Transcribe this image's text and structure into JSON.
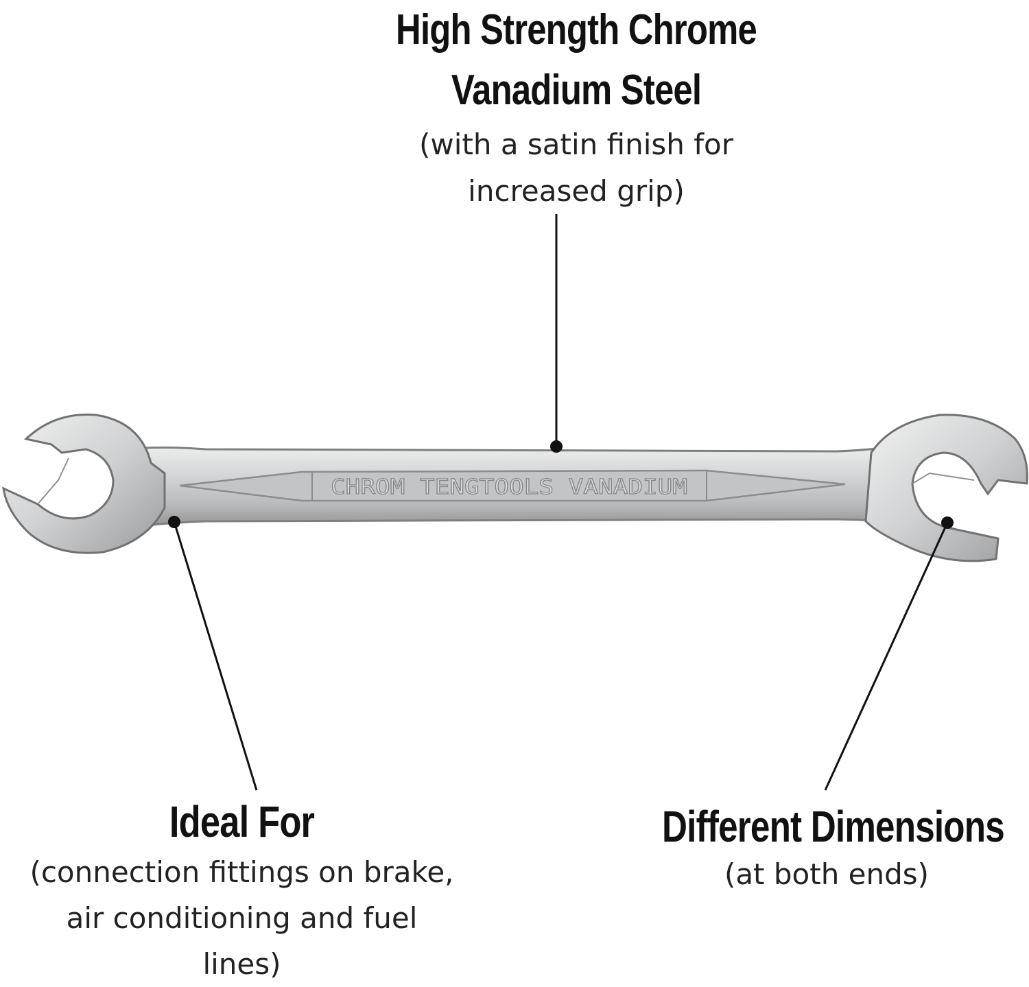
{
  "callouts": {
    "material": {
      "title_line1": "High Strength Chrome",
      "title_line2": "Vanadium Steel",
      "detail_line1": "(with a satin finish for",
      "detail_line2": "increased grip)"
    },
    "usage": {
      "title": "Ideal For",
      "detail_line1": "(connection fittings on brake,",
      "detail_line2": "air conditioning and fuel",
      "detail_line3": "lines)"
    },
    "dimensions": {
      "title": "Different Dimensions",
      "detail": "(at both ends)"
    }
  },
  "wrench": {
    "stamp_text": "CHROM TENGTOOLS VANADIUM",
    "metal_color": "#c9cbcc",
    "shadow_color": "#8d8f90",
    "highlight_color": "#ececec"
  },
  "leader_line_color": "#111111"
}
